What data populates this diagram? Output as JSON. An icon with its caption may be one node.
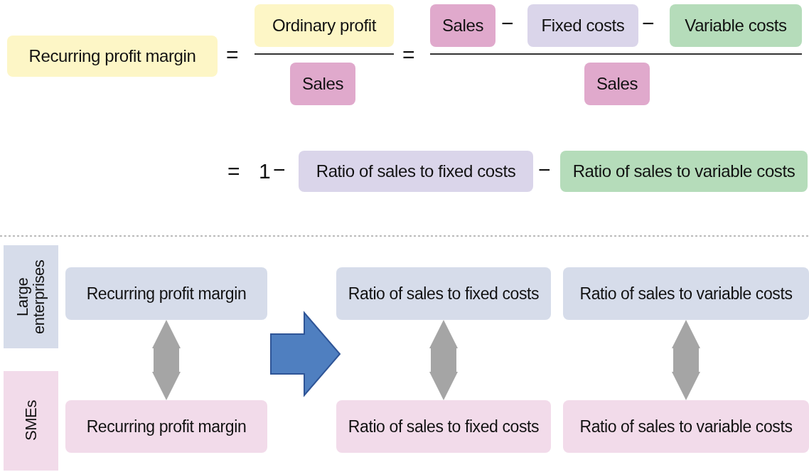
{
  "diagram": {
    "nodes": [
      {
        "text": [
          "Recurring profit margin"
        ]
      },
      {
        "text": [
          "Ordinary profit"
        ]
      },
      {
        "text": [
          "Sales"
        ]
      },
      {
        "text": [
          "Sales"
        ]
      },
      {
        "text": [
          "Fixed costs"
        ]
      },
      {
        "text": [
          "Variable costs"
        ]
      },
      {
        "text": [
          "Sales"
        ]
      },
      {
        "text": [
          "Ratio of sales to fixed costs"
        ]
      },
      {
        "text": [
          "Ratio of sales to variable costs"
        ]
      },
      {
        "text": [
          "Large enterprises"
        ]
      },
      {
        "text": [
          "Recurring profit margin"
        ]
      },
      {
        "text": [
          "Ratio of sales to fixed costs"
        ]
      },
      {
        "text": [
          "Ratio of sales to variable costs"
        ]
      },
      {
        "text": [
          "SMEs"
        ]
      },
      {
        "text": [
          "Recurring profit margin"
        ]
      },
      {
        "text": [
          "Ratio of sales to fixed costs"
        ]
      },
      {
        "text": [
          "Ratio of sales to variable costs"
        ]
      }
    ],
    "edges": [
      {
        "from": 10,
        "to": 14,
        "arrow": "both"
      },
      {
        "from": 11,
        "to": 15,
        "arrow": "both"
      },
      {
        "from": 12,
        "to": 16,
        "arrow": "both"
      }
    ],
    "labels": [
      "=",
      "=",
      "−",
      "−",
      "=",
      "1",
      "−",
      "−"
    ]
  }
}
